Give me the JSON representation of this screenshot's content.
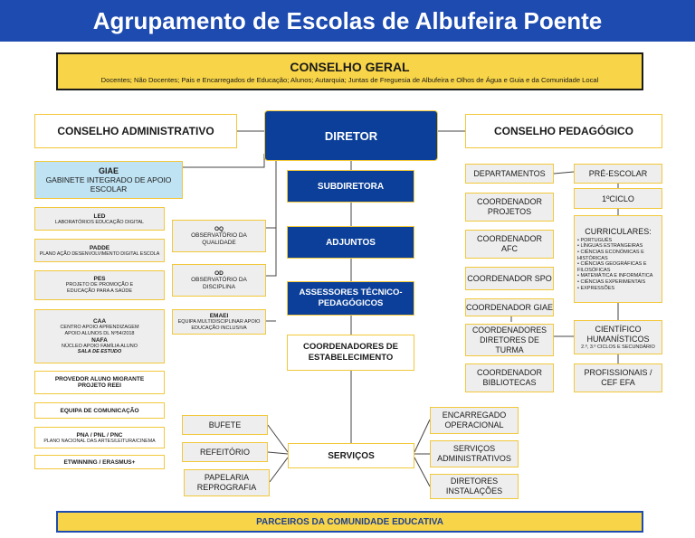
{
  "header": {
    "title": "Agrupamento de Escolas de Albufeira Poente"
  },
  "conselho_geral": {
    "title": "CONSELHO GERAL",
    "members": "Docentes; Não Docentes; Pais e Encarregados de Educação; Alunos; Autarquia; Juntas de Freguesia de Albufeira e Olhos de Água e Guia e da Comunidade Local"
  },
  "conselho_administrativo": "CONSELHO ADMINISTRATIVO",
  "diretor": "DIRETOR",
  "conselho_pedagogico": "CONSELHO PEDAGÓGICO",
  "center": {
    "subdiretora": "SUBDIRETORA",
    "adjuntos": "ADJUNTOS",
    "assessores": "ASSESSORES TÉCNICO-PEDAGÓGICOS",
    "coordenadores": "COORDENADORES DE ESTABELECIMENTO",
    "servicos": "SERVIÇOS"
  },
  "left": {
    "giae": {
      "code": "GIAE",
      "desc": "GABINETE INTEGRADO DE APOIO ESCOLAR"
    },
    "led": {
      "code": "LED",
      "desc": "LABORATÓRIOS EDUCAÇÃO DIGITAL"
    },
    "padde": {
      "code": "PADDE",
      "desc": "PLANO AÇÃO DESENVOLVIMENTO DIGITAL ESCOLA"
    },
    "pes": {
      "code": "PES",
      "desc": "PROJETO DE PROMOÇÃO E EDUCAÇÃO PARA A SAÚDE"
    },
    "caa": {
      "code": "CAA",
      "desc": "CENTRO APOIO APRENDIZAGEM APOIO ALUNOS DL Nº54/2018",
      "nafa": "NAFA",
      "nafa_desc": "NÚCLEO APOIO FAMÍLIA ALUNO",
      "sala": "SALA DE ESTUDO"
    },
    "provedor": {
      "line1": "PROVEDOR ALUNO MIGRANTE",
      "line2": "PROJETO REEI"
    },
    "equipa": "EQUIPA DE COMUNICAÇÃO",
    "pna": {
      "code": "PNA / PNL / PNC",
      "desc": "PLANO NACIONAL DAS ARTES/LEITURA/CINEMA"
    },
    "etwinning": "ETWINNING / ERASMUS+"
  },
  "observ": {
    "oq": {
      "code": "OQ",
      "desc": "OBSERVATÓRIO DA QUALIDADE"
    },
    "od": {
      "code": "OD",
      "desc": "OBSERVATÓRIO DA DISCIPLINA"
    },
    "emaei": {
      "code": "EMAEI",
      "desc": "EQUIPA MULTIDISCIPLINAR APOIO EDUCAÇÃO INCLUSIVA"
    }
  },
  "right": {
    "departamentos": "DEPARTAMENTOS",
    "coord_projetos": "COORDENADOR PROJETOS",
    "coord_afc": "COORDENADOR AFC",
    "coord_spo": "COORDENADOR SPO",
    "coord_giae": "COORDENADOR GIAE",
    "coord_turma": "COORDENADORES DIRETORES DE TURMA",
    "coord_bibliotecas": "COORDENADOR BIBLIOTECAS",
    "pre_escolar": "PRÉ-ESCOLAR",
    "primeiro_ciclo": "1ºCICLO",
    "curriculares": {
      "title": "CURRICULARES:",
      "items": [
        "PORTUGUÊS",
        "LÍNGUAS ESTRANGEIRAS",
        "CIÊNCIAS ECONÓMICAS E HISTÓRICAS",
        "CIÊNCIAS GEOGRÁFICAS E FILOSÓFICAS",
        "MATEMÁTICA E INFORMÁTICA",
        "CIÊNCIAS EXPERIMENTAIS",
        "EXPRESSÕES"
      ]
    },
    "cientifico": {
      "title": "CIENTÍFICO HUMANÍSTICOS",
      "sub": "2.º, 3.º CICLOS E SECUNDÁRIO"
    },
    "profissionais": "PROFISSIONAIS / CEF EFA"
  },
  "services": {
    "bufete": "BUFETE",
    "refeitorio": "REFEITÓRIO",
    "papelaria": "PAPELARIA REPROGRAFIA",
    "encarregado": "ENCARREGADO OPERACIONAL",
    "servicos_adm": "SERVIÇOS ADMINISTRATIVOS",
    "diretores_inst": "DIRETORES INSTALAÇÕES"
  },
  "footer": "PARCEIROS DA COMUNIDADE EDUCATIVA",
  "colors": {
    "header_blue": "#1d4bb0",
    "dark_blue": "#0b3f99",
    "gold": "#f7d448",
    "border_yellow": "#f2c83a",
    "light_blue": "#bfe3f3",
    "gray": "#eeeeee"
  }
}
